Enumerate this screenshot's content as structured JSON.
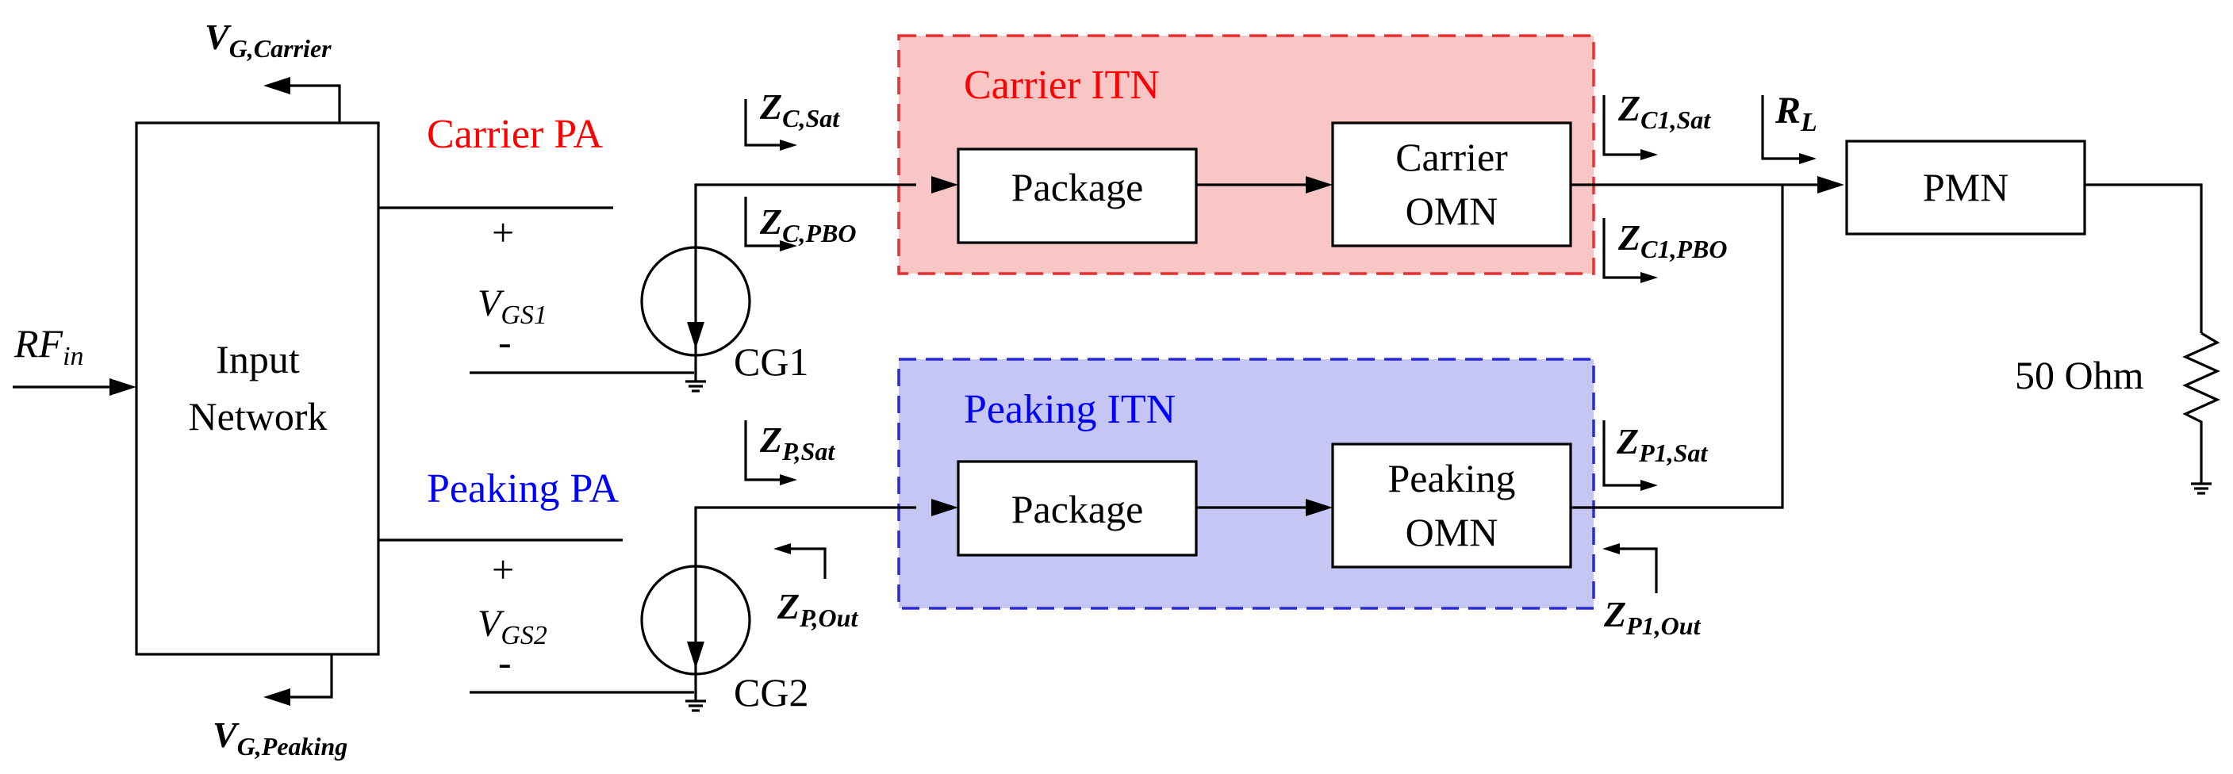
{
  "blocks": {
    "input_network": [
      "Input",
      "Network"
    ],
    "carrier_package": "Package",
    "carrier_omn": [
      "Carrier",
      "OMN"
    ],
    "peaking_package": "Package",
    "peaking_omn": [
      "Peaking",
      "OMN"
    ],
    "pmn": "PMN"
  },
  "regions": {
    "carrier_itn": "Carrier ITN",
    "peaking_itn": "Peaking ITN"
  },
  "branches": {
    "carrier_pa": "Carrier PA",
    "peaking_pa": "Peaking PA"
  },
  "sources": {
    "cg1": "CG1",
    "cg2": "CG2",
    "vgs1": {
      "base": "V",
      "sub": "GS1"
    },
    "vgs2": {
      "base": "V",
      "sub": "GS2"
    },
    "plus": "+",
    "minus": "-"
  },
  "ports": {
    "rf_in": {
      "base": "RF",
      "sub": "in"
    },
    "vg_carrier": {
      "base": "V",
      "sub": "G,Carrier"
    },
    "vg_peaking": {
      "base": "V",
      "sub": "G,Peaking"
    },
    "load": "50 Ohm"
  },
  "impedances": {
    "zc_sat": {
      "base": "Z",
      "sub": "C,Sat"
    },
    "zc_pbo": {
      "base": "Z",
      "sub": "C,PBO"
    },
    "zc1_sat": {
      "base": "Z",
      "sub": "C1,Sat"
    },
    "zc1_pbo": {
      "base": "Z",
      "sub": "C1,PBO"
    },
    "rl": {
      "base": "R",
      "sub": "L"
    },
    "zp_sat": {
      "base": "Z",
      "sub": "P,Sat"
    },
    "zp_out": {
      "base": "Z",
      "sub": "P,Out"
    },
    "zp1_sat": {
      "base": "Z",
      "sub": "P1,Sat"
    },
    "zp1_out": {
      "base": "Z",
      "sub": "P1,Out"
    }
  },
  "colors": {
    "carrier_text": "#ff0000",
    "carrier_fill": "#f9c6c6",
    "carrier_border": "#e83030",
    "peaking_text": "#0000ff",
    "peaking_fill": "#c6c6f5",
    "peaking_border": "#2a2ad8"
  }
}
